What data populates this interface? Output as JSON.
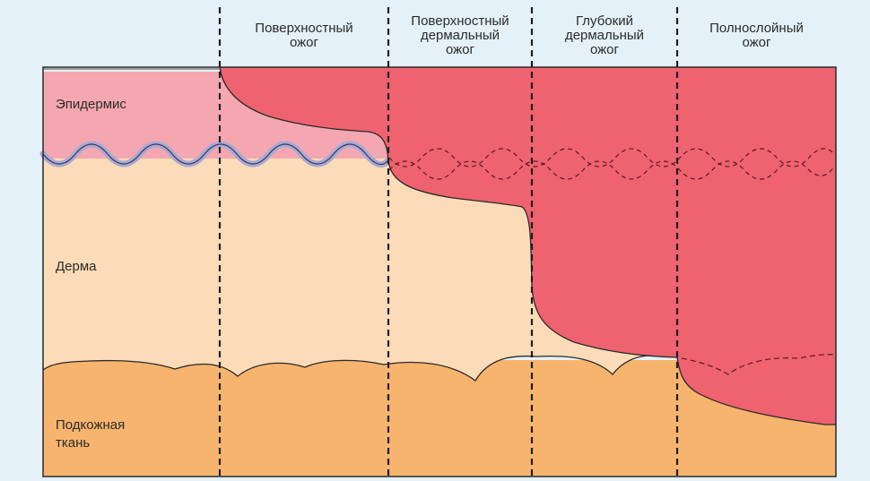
{
  "headers": {
    "superficial": "Поверхностный\nожог",
    "superficial_dermal": "Поверхностный\nдермальный\nожог",
    "deep_dermal": "Глубокий\nдермальный\nожог",
    "full_thickness": "Полнослойный\nожог"
  },
  "layers": {
    "epidermis": "Эпидермис",
    "dermis": "Дерма",
    "subcutis": "Подкожная\nткань"
  },
  "colors": {
    "background": "#e4f1f8",
    "epidermis": "#f4a7b1",
    "basement_membrane": "#a9a9d6",
    "dermis": "#fcdcb8",
    "subcutis": "#f7b46e",
    "burn": "#ef6270",
    "outline": "#2a2a2a"
  }
}
